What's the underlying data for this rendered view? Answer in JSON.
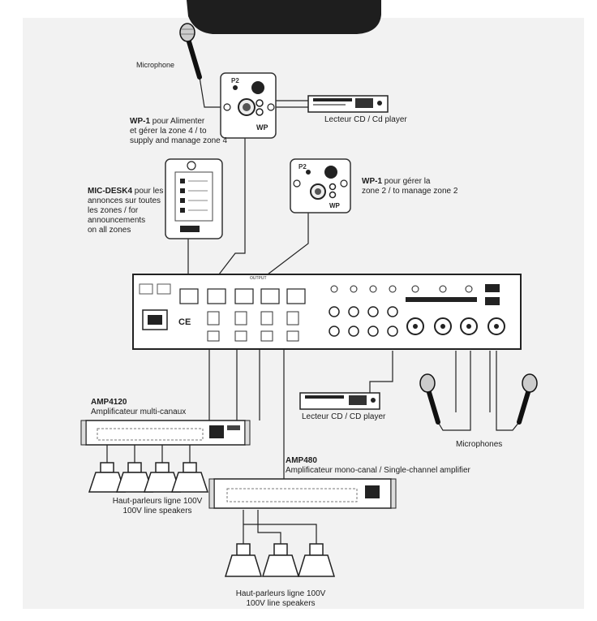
{
  "labels": {
    "microphone_top": "Microphone",
    "cd_player_top": "Lecteur CD / Cd player",
    "wp1_zone4_model": "WP-1",
    "wp1_zone4_l1": " pour Alimenter",
    "wp1_zone4_l2": "et gérer la zone 4 / to",
    "wp1_zone4_l3": "supply and manage zone 4",
    "micdesk_model": "MIC-DESK4",
    "micdesk_l1": " pour les",
    "micdesk_l2": "annonces sur toutes",
    "micdesk_l3": "les zones / for",
    "micdesk_l4": "announcements",
    "micdesk_l5": "on all zones",
    "wp1_zone2_model": "WP-1",
    "wp1_zone2_l1": " pour gérer la",
    "wp1_zone2_l2": "zone 2 /  to manage zone 2",
    "amp4120_model": "AMP4120",
    "amp4120_desc": "Amplificateur multi-canaux",
    "cd_player_mid": "Lecteur CD / CD player",
    "microphones": "Microphones",
    "amp480_model": "AMP480",
    "amp480_desc": "Amplificateur mono-canal / Single-channel amplifier",
    "speakers_left_l1": "Haut-parleurs ligne 100V",
    "speakers_left_l2": "100V line speakers",
    "speakers_bottom_l1": "Haut-parleurs ligne 100V",
    "speakers_bottom_l2": "100V line speakers",
    "mixer_output": "OUTPUT"
  },
  "colors": {
    "background": "#f2f2f2",
    "device_fill": "#ffffff",
    "stroke": "#222222",
    "top_device": "#1e1e1e"
  }
}
